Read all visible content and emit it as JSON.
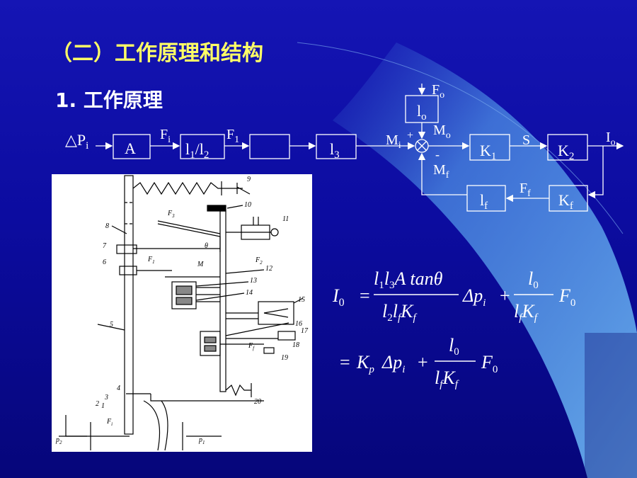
{
  "slide": {
    "title": "（二）工作原理和结构",
    "subtitle": "1. 工作原理",
    "colors": {
      "title": "#ffff66",
      "text": "#ffffff",
      "background": "#0c0ca0",
      "wave": "#5aa0e8"
    }
  },
  "block_diagram": {
    "input": "△P",
    "input_sub": "i",
    "block_A": "A",
    "sig_Fi": "F",
    "sig_Fi_sub": "i",
    "block_l1l2": {
      "a": "l",
      "a_sub": "1",
      "sep": "/",
      "b": "l",
      "b_sub": "2"
    },
    "sig_F1": "F",
    "sig_F1_sub": "1",
    "block_blank": "",
    "block_l3": "l",
    "block_l3_sub": "3",
    "sig_Mi": "M",
    "sig_Mi_sub": "i",
    "plus": "+",
    "minus": "-",
    "sig_Fo": "F",
    "sig_Fo_sub": "o",
    "block_lo": "l",
    "block_lo_sub": "o",
    "sig_Mo": "M",
    "sig_Mo_sub": "o",
    "sig_Mf": "M",
    "sig_Mf_sub": "f",
    "block_K1": "K",
    "block_K1_sub": "1",
    "sig_S": "S",
    "block_K2": "K",
    "block_K2_sub": "2",
    "sig_Io": "I",
    "sig_Io_sub": "o",
    "block_Kf": "K",
    "block_Kf_sub": "f",
    "sig_Ff": "F",
    "sig_Ff_sub": "f",
    "block_lf": "l",
    "block_lf_sub": "f"
  },
  "figure": {
    "labels": [
      "1",
      "2",
      "3",
      "4",
      "5",
      "6",
      "7",
      "8",
      "9",
      "10",
      "11",
      "12",
      "13",
      "14",
      "15",
      "16",
      "17",
      "18",
      "19",
      "20"
    ],
    "forces": {
      "F3": "F",
      "F3_sub": "3",
      "F1": "F",
      "F1_sub": "1",
      "F2": "F",
      "F2_sub": "2",
      "Ff": "F",
      "Ff_sub": "f",
      "Fi": "F",
      "Fi_sub": "i"
    },
    "M": "M",
    "theta": "θ",
    "p1": "p",
    "p1_sub": "1",
    "p2": "p",
    "p2_sub": "2"
  },
  "formula": {
    "lhs": "I",
    "lhs_sub": "0",
    "eq": "=",
    "num1": "l",
    "num1_a_sub": "1",
    "num1_b": "l",
    "num1_b_sub": "3",
    "num1_c": "A tanθ",
    "den1_a": "l",
    "den1_a_sub": "2",
    "den1_b": "l",
    "den1_b_sub": "f",
    "den1_c": "K",
    "den1_c_sub": "f",
    "dp": "Δp",
    "dp_sub": "i",
    "plus": "+",
    "num2": "l",
    "num2_sub": "0",
    "den2_a": "l",
    "den2_a_sub": "f",
    "den2_b": "K",
    "den2_b_sub": "f",
    "F": "F",
    "F_sub": "0",
    "kp": "K",
    "kp_sub": "p"
  }
}
